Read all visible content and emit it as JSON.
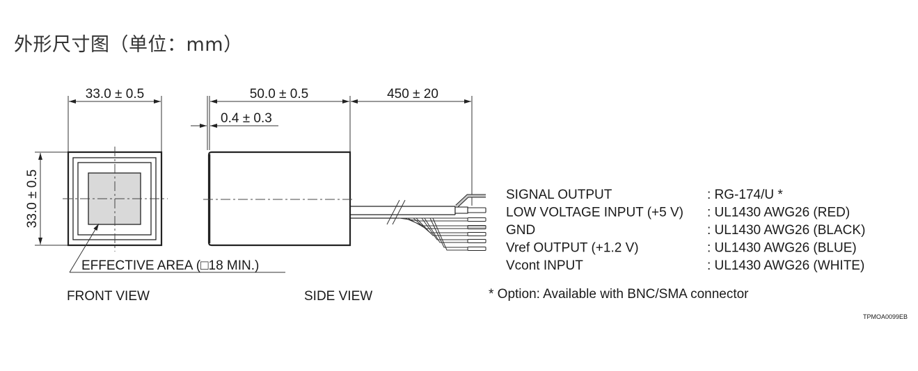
{
  "page_title": "外形尺寸图（单位：mm）",
  "front_view": {
    "label": "FRONT VIEW",
    "width_dim": "33.0 ± 0.5",
    "height_dim": "33.0 ± 0.5",
    "effective_area_label": "EFFECTIVE AREA (□18 MIN.)"
  },
  "side_view": {
    "label": "SIDE VIEW",
    "length_dim": "50.0 ± 0.5",
    "offset_dim": "0.4 ± 0.3",
    "cable_dim": "450 ± 20"
  },
  "wiring": [
    {
      "signal": "SIGNAL OUTPUT",
      "spec": ": RG-174/U *"
    },
    {
      "signal": "LOW VOLTAGE INPUT (+5 V)",
      "spec": ": UL1430 AWG26 (RED)"
    },
    {
      "signal": "GND",
      "spec": ": UL1430 AWG26 (BLACK)"
    },
    {
      "signal": "Vref OUTPUT (+1.2 V)",
      "spec": ": UL1430 AWG26 (BLUE)"
    },
    {
      "signal": "Vcont INPUT",
      "spec": ": UL1430 AWG26 (WHITE)"
    }
  ],
  "footnote": "* Option: Available with BNC/SMA connector",
  "drawing_id": "TPMOA0099EB",
  "colors": {
    "line": "#222222",
    "effective_area_fill": "#d9d9d9",
    "wire_fill": "#c8c8c8"
  }
}
